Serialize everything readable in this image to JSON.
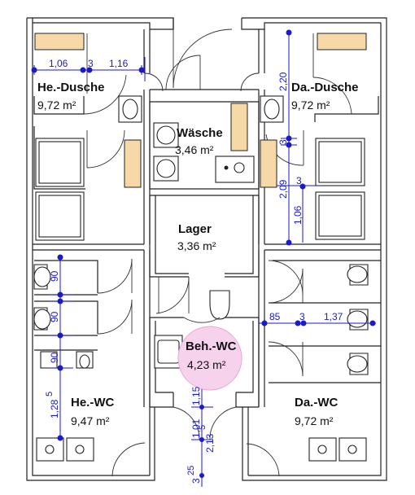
{
  "rooms": {
    "he_dusche": {
      "name": "He.-Dusche",
      "area": "9,72 m²"
    },
    "da_dusche": {
      "name": "Da.-Dusche",
      "area": "9,72 m²"
    },
    "waesche": {
      "name": "Wäsche",
      "area": "3,46 m²"
    },
    "lager": {
      "name": "Lager",
      "area": "3,36 m²"
    },
    "beh_wc": {
      "name": "Beh.-WC",
      "area": "4,23 m²",
      "highlight_color": "#f7d2ec"
    },
    "he_wc": {
      "name": "He.-WC",
      "area": "9,47 m²"
    },
    "da_wc": {
      "name": "Da.-WC",
      "area": "9,72 m²"
    }
  },
  "dimensions": {
    "he_dusche_w1": "1,06",
    "he_dusche_w2": "3",
    "he_dusche_w3": "1,16",
    "da_dusche_h1": "2,20",
    "da_dusche_h2": "3",
    "da_dusche_h3": "2,09",
    "da_dusche_h4": "3",
    "da_dusche_h5": "1,06",
    "he_wc_cab1": "90",
    "he_wc_cab2": "90",
    "he_wc_cab3": "90",
    "he_wc_h": "1,28",
    "he_wc_h_sup": "5",
    "da_wc_w1": "85",
    "da_wc_w2": "3",
    "da_wc_w3": "1,37",
    "corr_1": "1,15",
    "corr_2": "1,01",
    "corr_3": "2,13",
    "corr_3_sup": "5",
    "corr_4": "3",
    "corr_4_sup": "25"
  },
  "colors": {
    "dimension": "#1a1acc",
    "wood": "#f7d9a8",
    "wall": "#222222"
  }
}
